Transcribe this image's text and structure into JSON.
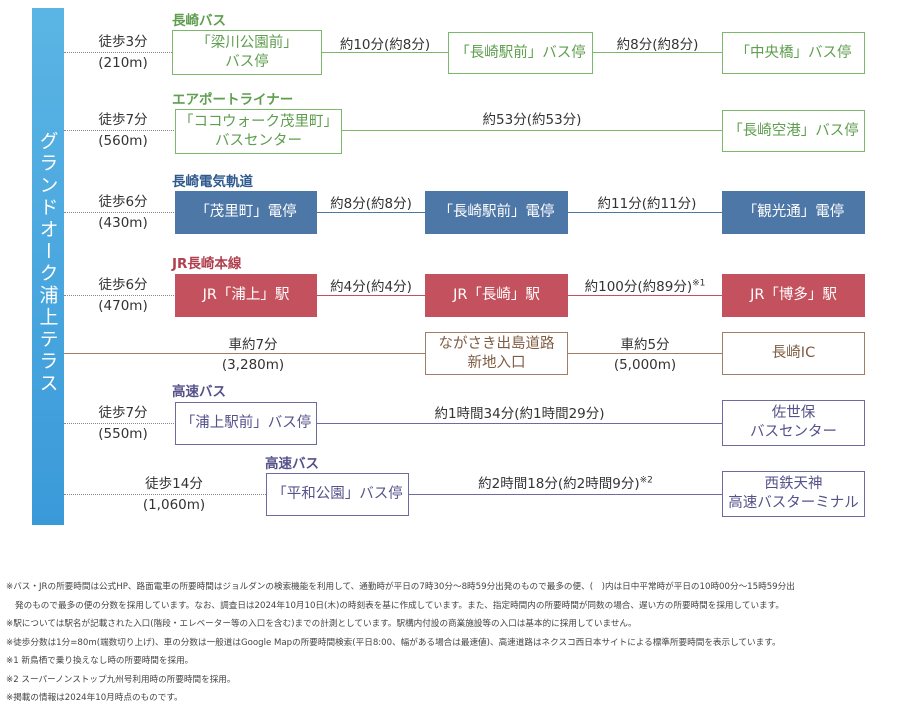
{
  "title": "グランドオーク浦上テラス",
  "colors": {
    "bar": "#4aa8df",
    "bus": "#7cb86c",
    "tram": "#4d77a7",
    "jr": "#c4525e",
    "car": "#a07e66",
    "highway_bus": "#6e6b9e"
  },
  "rows": [
    {
      "category": "長崎バス",
      "walk_time": "徒歩3分",
      "walk_distance": "(210m)",
      "stations": [
        "「梁川公園前」\nバス停",
        "「長崎駅前」バス停",
        "「中央橋」バス停"
      ],
      "times": [
        "約10分(約8分)",
        "約8分(約8分)"
      ]
    },
    {
      "category": "エアポートライナー",
      "walk_time": "徒歩7分",
      "walk_distance": "(560m)",
      "stations": [
        "「ココウォーク茂里町」\nバスセンター",
        "「長崎空港」バス停"
      ],
      "times": [
        "約53分(約53分)"
      ]
    },
    {
      "category": "長崎電気軌道",
      "walk_time": "徒歩6分",
      "walk_distance": "(430m)",
      "stations": [
        "「茂里町」電停",
        "「長崎駅前」電停",
        "「観光通」電停"
      ],
      "times": [
        "約8分(約8分)",
        "約11分(約11分)"
      ]
    },
    {
      "category": "JR長崎本線",
      "walk_time": "徒歩6分",
      "walk_distance": "(470m)",
      "stations": [
        "JR「浦上」駅",
        "JR「長崎」駅",
        "JR「博多」駅"
      ],
      "times": [
        "約4分(約4分)",
        "約100分(約89分)"
      ],
      "note_mark": "※1"
    },
    {
      "category": "",
      "stations": [
        "ながさき出島道路\n新地入口",
        "長崎IC"
      ],
      "times": [
        "車約7分",
        "車約5分"
      ],
      "distances": [
        "(3,280m)",
        "(5,000m)"
      ]
    },
    {
      "category": "高速バス",
      "walk_time": "徒歩7分",
      "walk_distance": "(550m)",
      "stations": [
        "「浦上駅前」バス停",
        "佐世保\nバスセンター"
      ],
      "times": [
        "約1時間34分(約1時間29分)"
      ]
    },
    {
      "category": "高速バス",
      "walk_time": "徒歩14分",
      "walk_distance": "(1,060m)",
      "stations": [
        "「平和公園」バス停",
        "西鉄天神\n高速バスターミナル"
      ],
      "times": [
        "約2時間18分(約2時間9分)"
      ],
      "note_mark": "※2"
    }
  ],
  "notes": [
    "※バス・JRの所要時間は公式HP、路面電車の所要時間はジョルダンの検索機能を利用して、通勤時が平日の7時30分〜8時59分出発のもので最多の便、(　)内は日中平常時が平日の10時00分〜15時59分出",
    "発のもので最多の便の分数を採用しています。なお、調査日は2024年10月10日(木)の時刻表を基に作成しています。また、指定時間内の所要時間が同数の場合、遅い方の所要時間を採用しています。",
    "※駅については駅名が記載された入口(階段・エレベーター等の入口を含む)までの計測としています。駅構内付設の商業施設等の入口は基本的に採用していません。",
    "※徒歩分数は1分=80m(端数切り上げ)、車の分数は一般道はGoogle Mapの所要時間検索(平日8:00、幅がある場合は最速値)、高速道路はネクスコ西日本サイトによる標準所要時間を表示しています。",
    "※1 新鳥栖で乗り換えなし時の所要時間を採用。",
    "※2 スーパーノンストップ九州号利用時の所要時間を採用。",
    "※掲載の情報は2024年10月時点のものです。"
  ]
}
